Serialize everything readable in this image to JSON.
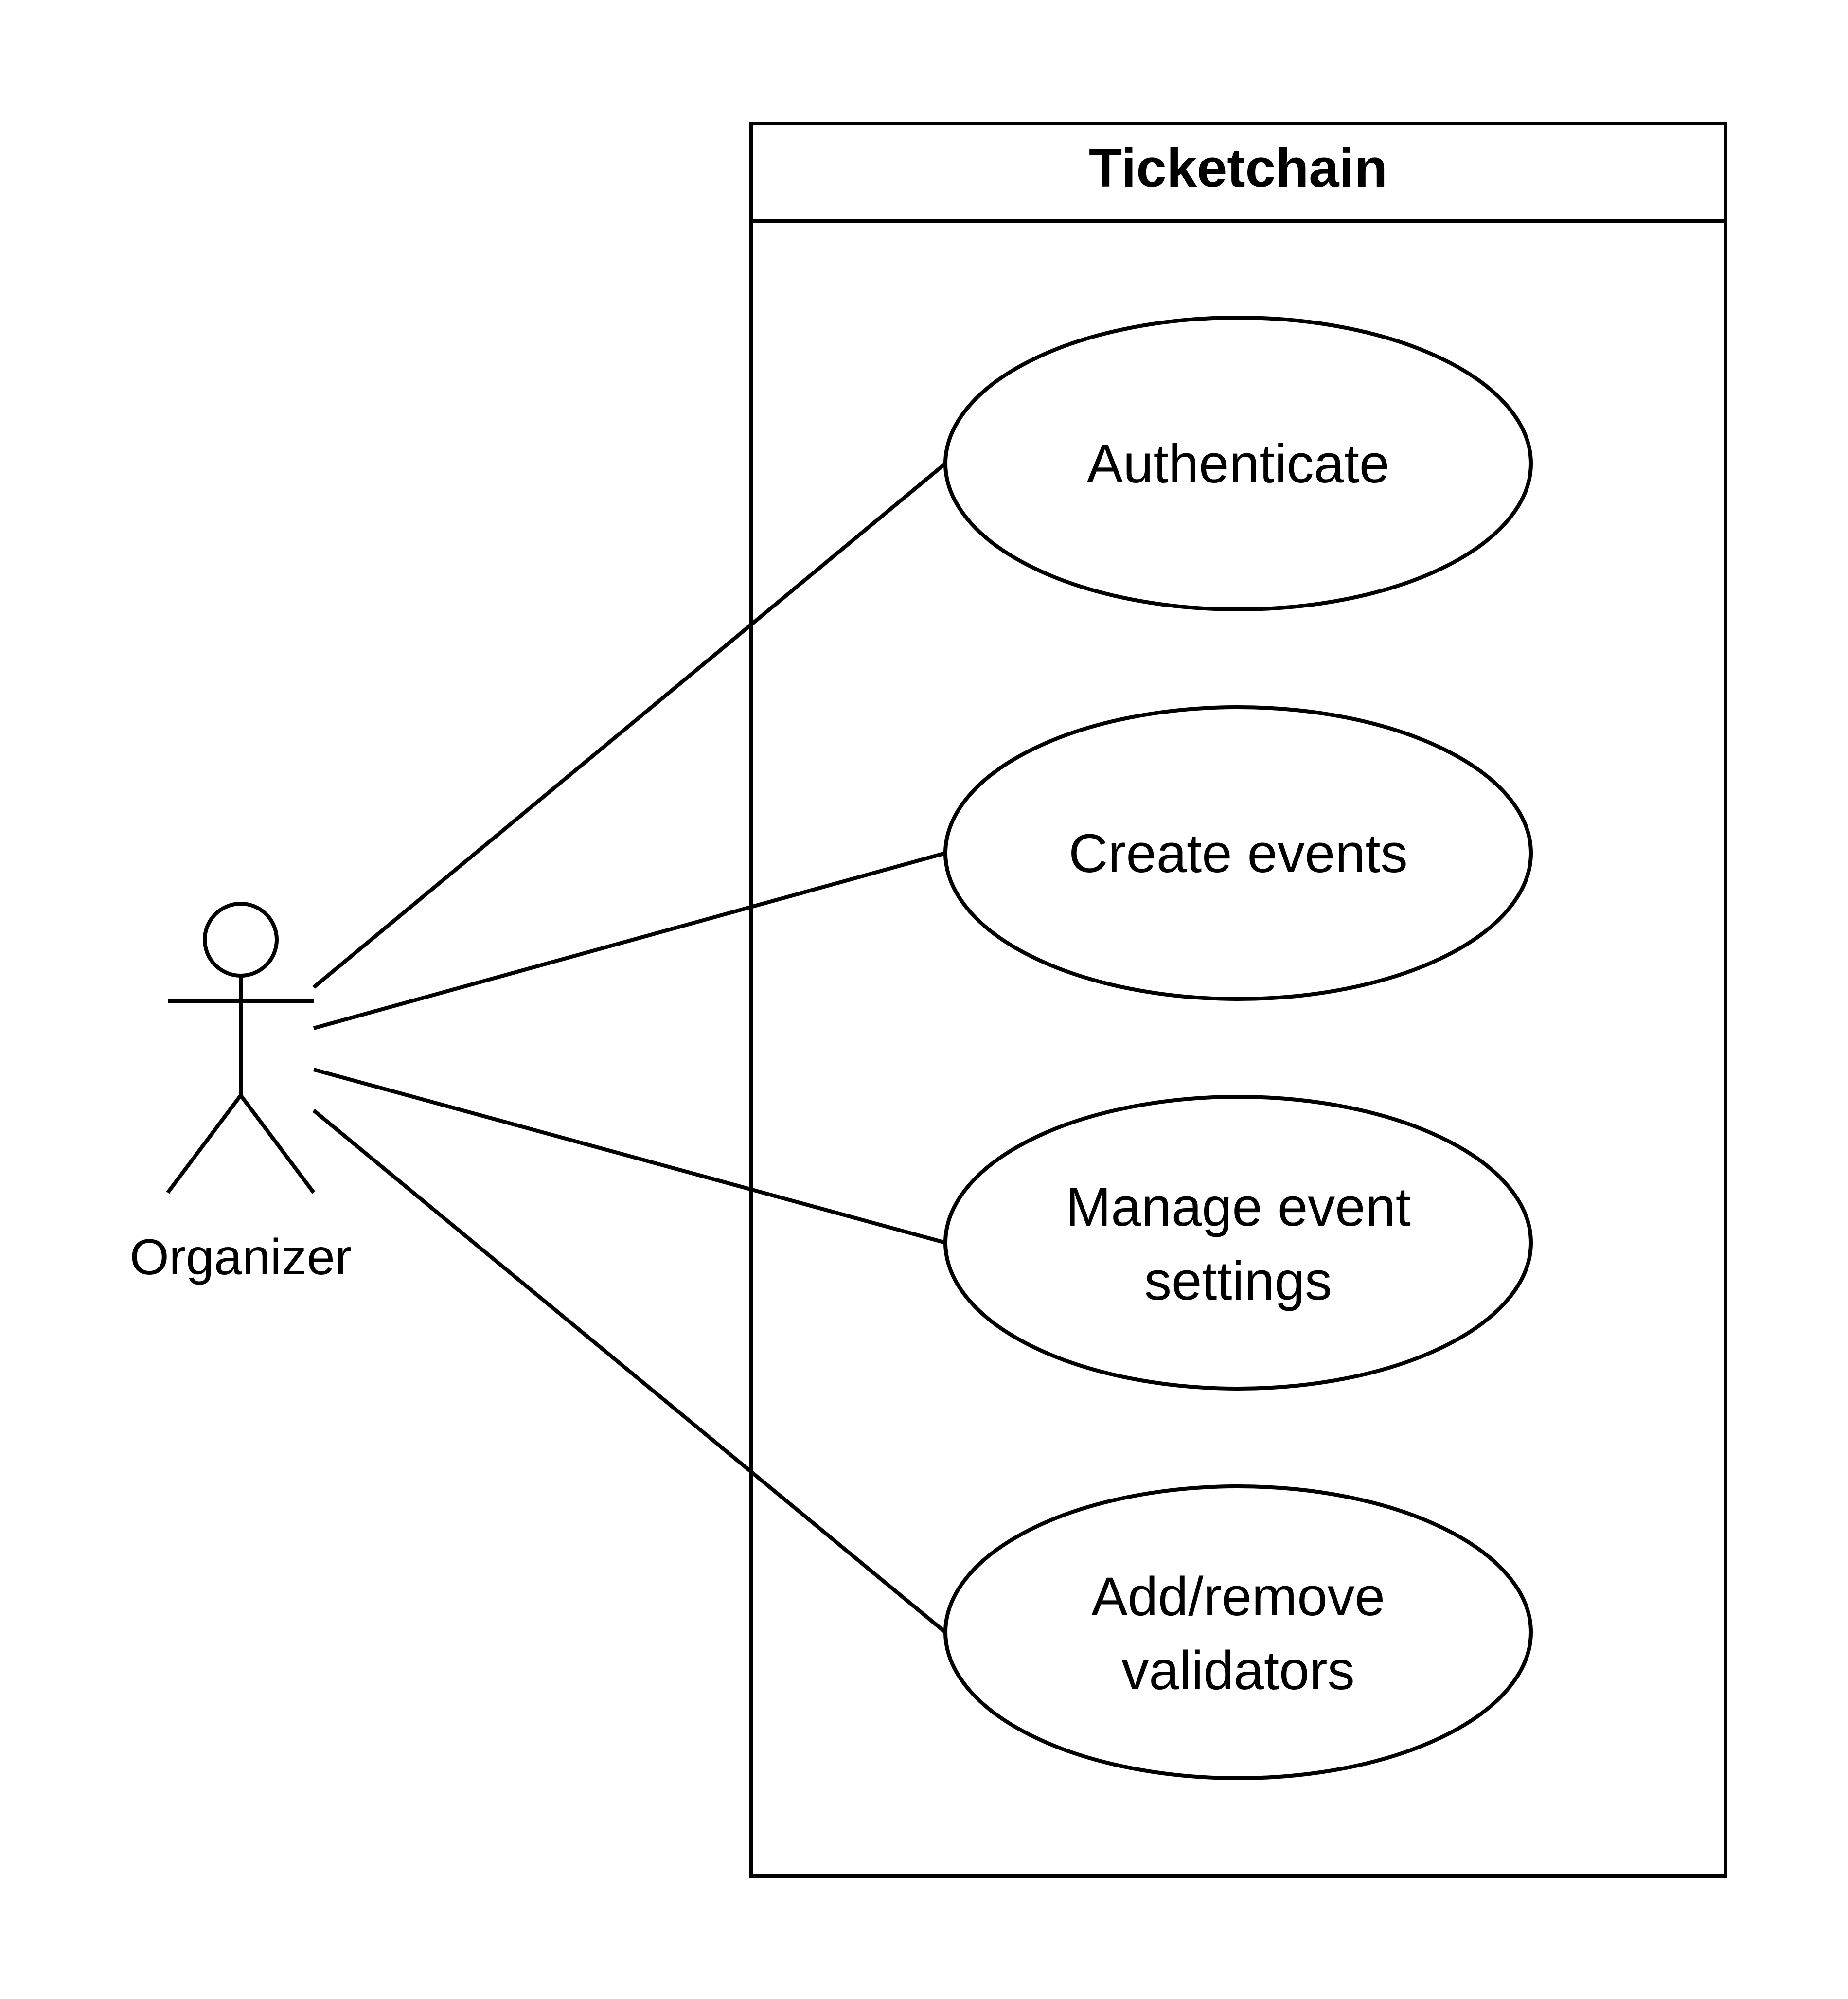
{
  "system": {
    "title": "Ticketchain"
  },
  "actor": {
    "name": "Organizer"
  },
  "use_cases": [
    {
      "lines": [
        "Authenticate"
      ]
    },
    {
      "lines": [
        "Create events"
      ]
    },
    {
      "lines": [
        "Manage event",
        "settings"
      ]
    },
    {
      "lines": [
        "Add/remove",
        "validators"
      ]
    }
  ],
  "associations": [
    {
      "from": "Organizer",
      "to": "Authenticate"
    },
    {
      "from": "Organizer",
      "to": "Create events"
    },
    {
      "from": "Organizer",
      "to": "Manage event settings"
    },
    {
      "from": "Organizer",
      "to": "Add/remove validators"
    }
  ],
  "colors": {
    "stroke": "#000000",
    "background": "#ffffff"
  }
}
